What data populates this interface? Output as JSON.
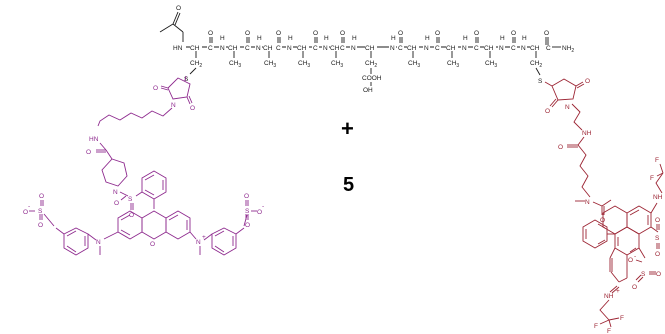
{
  "colors": {
    "backbone": "#1a1a1a",
    "left_conjugate": "#8e2a8e",
    "right_conjugate": "#9c2433"
  },
  "symbols": {
    "plus": "+",
    "compound_number": "5"
  },
  "atoms": {
    "O": "O",
    "N": "N",
    "H": "H",
    "HN": "HN",
    "NH": "NH",
    "S": "S",
    "CH": "CH",
    "CH2": "CH",
    "CH3": "CH",
    "sub2": "2",
    "sub3": "3",
    "NH2": "NH",
    "COOH": "COOH",
    "OH": "OH",
    "C": "C",
    "Nplus": "N",
    "plus_charge": "+",
    "minus_charge": "-",
    "SO3": "S",
    "F": "F",
    "NHplus": "NH"
  }
}
